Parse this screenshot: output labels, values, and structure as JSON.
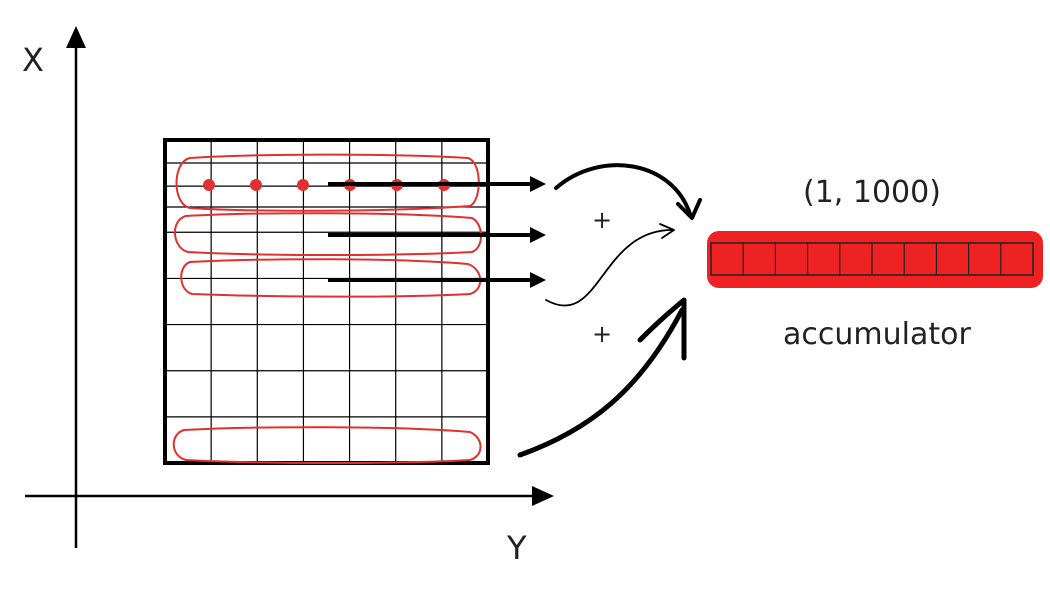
{
  "axes": {
    "x_label": "X",
    "y_label": "Y"
  },
  "accumulator": {
    "shape_label": "(1, 1000)",
    "label": "accumulator",
    "cells": 10,
    "color": "#ee2222"
  },
  "operators": {
    "plus_1": "+",
    "plus_2": "+"
  },
  "grid": {
    "rows": 7,
    "cols": 7
  },
  "highlight_color": "#e03030",
  "dots_per_row": 6
}
